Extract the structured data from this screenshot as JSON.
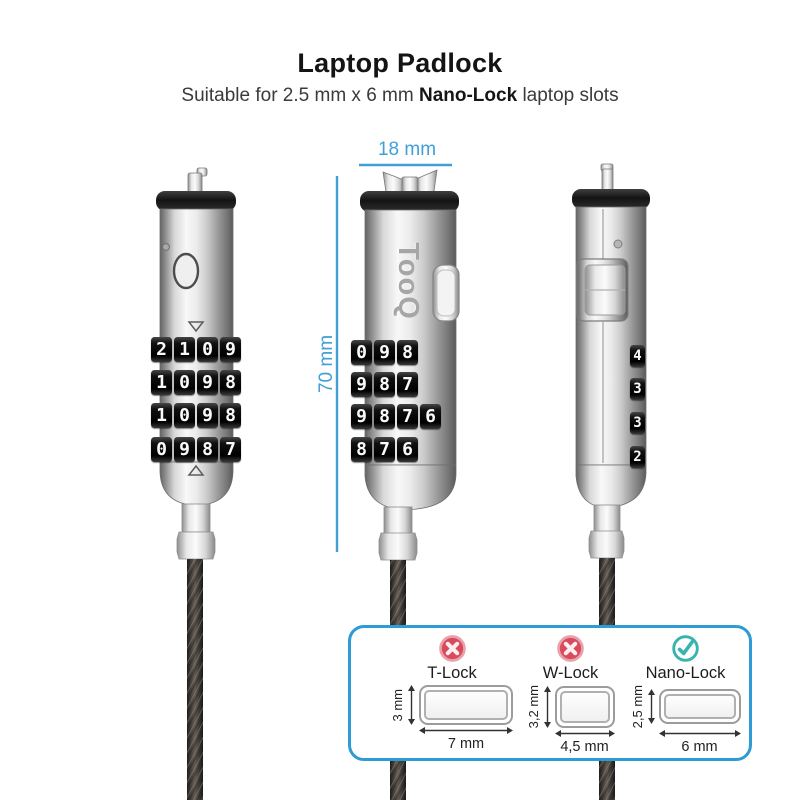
{
  "header": {
    "title": "Laptop Padlock",
    "subtitle_prefix": "Suitable for 2.5 mm x 6 mm ",
    "subtitle_bold": "Nano-Lock",
    "subtitle_suffix": " laptop slots"
  },
  "dimensions": {
    "width_label": "18 mm",
    "height_label": "70 mm"
  },
  "brand": "TooQ",
  "locks": {
    "front_view": {
      "dials": [
        "2109",
        "1098",
        "1098",
        "0987"
      ]
    },
    "main_view": {
      "dials": [
        "098",
        "987",
        "9876",
        "876"
      ]
    },
    "side_view": {
      "dials": [
        "4",
        "3",
        "3",
        "2"
      ]
    }
  },
  "compatibility": {
    "slots": [
      {
        "name": "T-Lock",
        "status": "incompatible",
        "height": "3 mm",
        "width": "7 mm"
      },
      {
        "name": "W-Lock",
        "status": "incompatible",
        "height": "3,2 mm",
        "width": "4,5 mm"
      },
      {
        "name": "Nano-Lock",
        "status": "compatible",
        "height": "2,5 mm",
        "width": "6 mm"
      }
    ]
  },
  "colors": {
    "accent_blue": "#2f9bd4",
    "cross_red": "#d84a5c",
    "check_teal": "#39b4ac"
  }
}
